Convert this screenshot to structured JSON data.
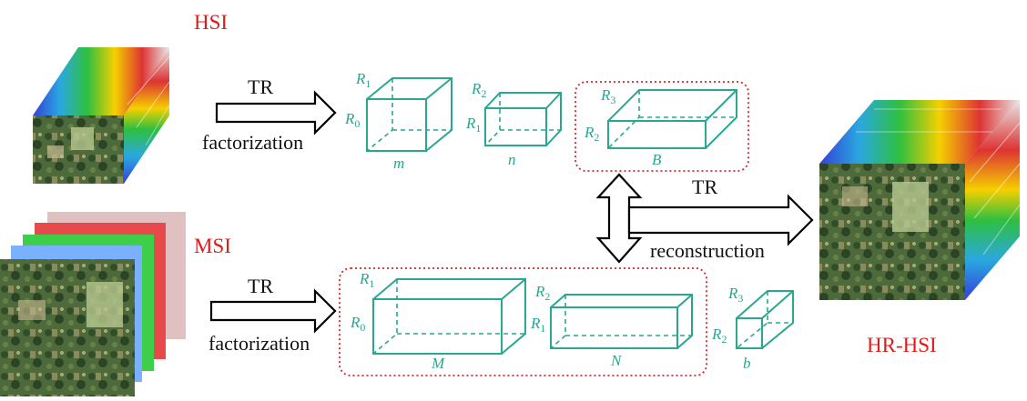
{
  "labels": {
    "hsi": "HSI",
    "msi": "MSI",
    "hr_hsi": "HR-HSI",
    "tr_top": "TR",
    "factorization_top": "factorization",
    "tr_bottom": "TR",
    "factorization_bottom": "factorization",
    "tr_right": "TR",
    "reconstruction": "reconstruction"
  },
  "cores_top": [
    {
      "top": "R",
      "top_sub": "1",
      "left": "R",
      "left_sub": "0",
      "bottom": "m"
    },
    {
      "top": "R",
      "top_sub": "2",
      "left": "R",
      "left_sub": "1",
      "bottom": "n"
    },
    {
      "top": "R",
      "top_sub": "3",
      "left": "R",
      "left_sub": "2",
      "bottom": "B"
    }
  ],
  "cores_bottom": [
    {
      "top": "R",
      "top_sub": "1",
      "left": "R",
      "left_sub": "0",
      "bottom": "M"
    },
    {
      "top": "R",
      "top_sub": "2",
      "left": "R",
      "left_sub": "1",
      "bottom": "N"
    },
    {
      "top": "R",
      "top_sub": "3",
      "left": "R",
      "left_sub": "2",
      "bottom": "b"
    }
  ],
  "colors": {
    "title_red": "#e01b1b",
    "core_teal": "#2aa78f",
    "group_border": "#d22a2a"
  }
}
